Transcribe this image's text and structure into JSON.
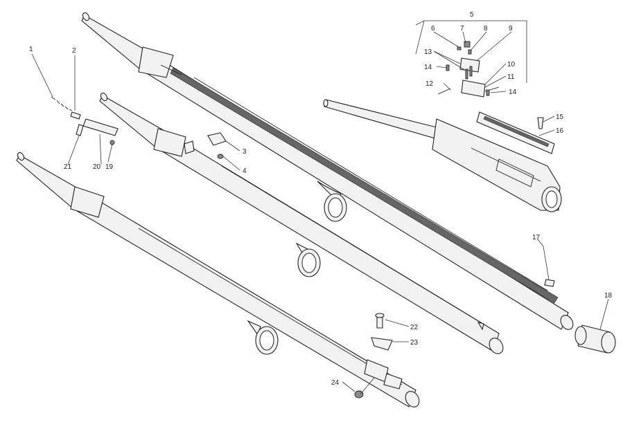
{
  "callouts": [
    {
      "id": "c1",
      "label": "1"
    },
    {
      "id": "c2",
      "label": "2"
    },
    {
      "id": "c3",
      "label": "3"
    },
    {
      "id": "c4",
      "label": "4"
    },
    {
      "id": "c5",
      "label": "5"
    },
    {
      "id": "c6",
      "label": "6"
    },
    {
      "id": "c7",
      "label": "7"
    },
    {
      "id": "c8",
      "label": "8"
    },
    {
      "id": "c9",
      "label": "9"
    },
    {
      "id": "c10",
      "label": "10"
    },
    {
      "id": "c11",
      "label": "11"
    },
    {
      "id": "c12",
      "label": "12"
    },
    {
      "id": "c13",
      "label": "13"
    },
    {
      "id": "c14a",
      "label": "14"
    },
    {
      "id": "c14b",
      "label": "14"
    },
    {
      "id": "c15",
      "label": "15"
    },
    {
      "id": "c16",
      "label": "16"
    },
    {
      "id": "c17",
      "label": "17"
    },
    {
      "id": "c18",
      "label": "18"
    },
    {
      "id": "c19",
      "label": "19"
    },
    {
      "id": "c20",
      "label": "20"
    },
    {
      "id": "c21",
      "label": "21"
    },
    {
      "id": "c22",
      "label": "22"
    },
    {
      "id": "c23",
      "label": "23"
    },
    {
      "id": "c24",
      "label": "24"
    }
  ]
}
